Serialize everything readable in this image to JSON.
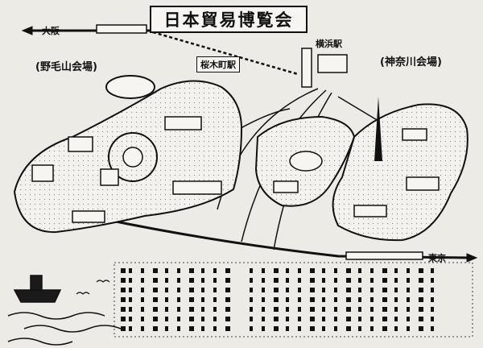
{
  "map": {
    "title": "日本貿易博覧会",
    "venues": {
      "nogeyama": "野毛山会場",
      "kanagawa": "神奈川会場"
    },
    "stations": {
      "sakuragicho": "桜木町駅",
      "yokohama": "横浜駅"
    },
    "directions": {
      "osaka": "大阪",
      "tokyo": "東京"
    },
    "legend_visible": true,
    "colors": {
      "ink": "#111111",
      "paper": "#ecebe6"
    }
  }
}
